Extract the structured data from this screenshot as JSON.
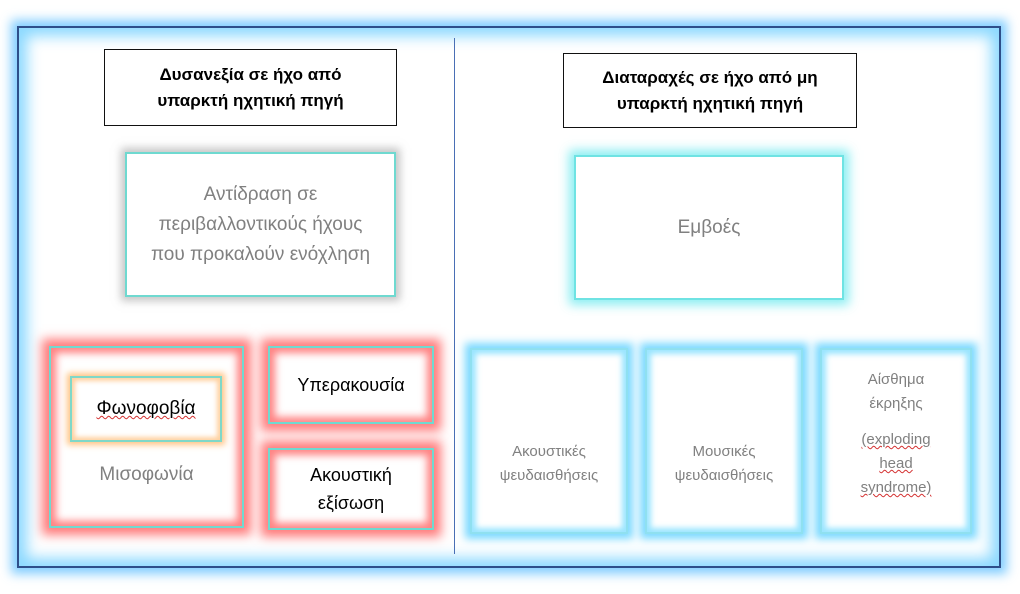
{
  "left": {
    "header": [
      "Δυσανεξία σε ήχο από",
      "υπαρκτή ηχητική πηγή"
    ],
    "reaction": [
      "Αντίδραση σε",
      "περιβαλλοντικούς ήχους",
      "που προκαλούν ενόχληση"
    ],
    "misophonia": "Μισοφωνία",
    "phonophobia": "Φωνοφοβία",
    "hyperacusis": "Υπερακουσία",
    "recruitment": [
      "Ακουστική",
      "εξίσωση"
    ]
  },
  "right": {
    "header": [
      "Διαταραχές σε ήχο από μη",
      "υπαρκτή ηχητική πηγή"
    ],
    "tinnitus": "Εμβοές",
    "auditory_hallucinations": [
      "Ακουστικές",
      "ψευδαισθήσεις"
    ],
    "musical_hallucinations": [
      "Μουσικές",
      "ψευδαισθήσεις"
    ],
    "exploding_head": [
      "Αίσθημα",
      "έκρηξης",
      "(exploding",
      "head",
      "syndrome)"
    ]
  },
  "colors": {
    "frame_border": "#2e4f8a",
    "frame_glow": "#78d2ff",
    "red_glow": "#ff5050",
    "cyan_glow": "#78ebf0",
    "orange_glow": "#ffbe78",
    "text_gray": "#808080"
  }
}
